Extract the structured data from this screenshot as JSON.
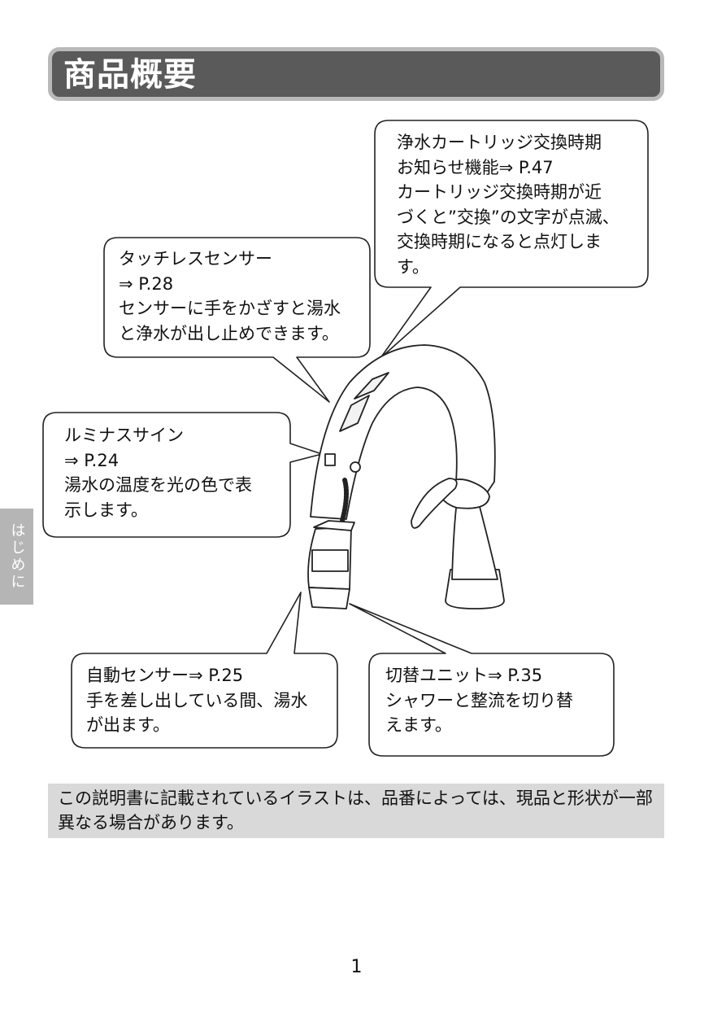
{
  "title": "商品概要",
  "side_tab": "はじめに",
  "callouts": {
    "cartridge": {
      "line1": "浄水カートリッジ交換時期",
      "line2": "お知らせ機能⇒ P.47",
      "line3": "カートリッジ交換時期が近",
      "line4": "づくと”交換”の文字が点滅、",
      "line5": "交換時期になると点灯しま",
      "line6": "す。"
    },
    "touchless": {
      "line1": "タッチレスセンサー",
      "line2": "⇒ P.28",
      "line3": "センサーに手をかざすと湯水",
      "line4": "と浄水が出し止めできます。"
    },
    "luminous": {
      "line1": "ルミナスサイン",
      "line2": "⇒ P.24",
      "line3": "湯水の温度を光の色で表",
      "line4": "示します。"
    },
    "auto_sensor": {
      "line1": "自動センサー⇒ P.25",
      "line2": "手を差し出している間、湯水",
      "line3": "が出ます。"
    },
    "switch_unit": {
      "line1": "切替ユニット⇒ P.35",
      "line2": "シャワーと整流を切り替",
      "line3": "えます。"
    }
  },
  "note": "この説明書に記載されているイラストは、品番によっては、現品と形状が一部異なる場合があります。",
  "page_number": "1",
  "colors": {
    "title_bg": "#5a5a5a",
    "title_border": "#b9b9b9",
    "side_tab_bg": "#b5b5b5",
    "note_bg": "#d9d9d9"
  }
}
